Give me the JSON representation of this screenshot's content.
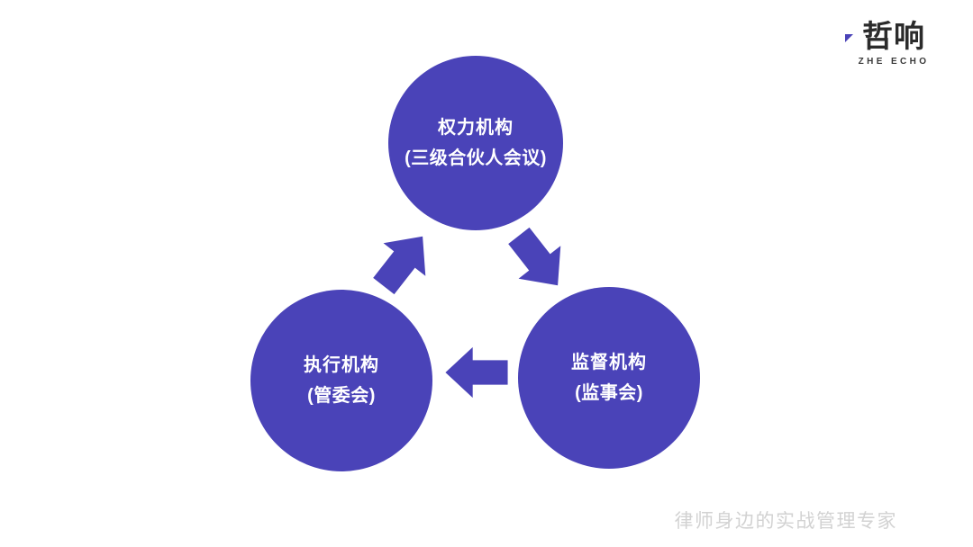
{
  "slide": {
    "background_color": "#ffffff",
    "accent_color": "#4a43b8"
  },
  "logo": {
    "mark": "哲响",
    "sub": "ZHE ECHO",
    "accent_color": "#4a43b8"
  },
  "diagram": {
    "type": "cycle",
    "nodes": [
      {
        "id": "power",
        "title": "权力机构",
        "subtitle": "(三级合伙人会议)",
        "position": "top",
        "fill": "#4a43b8"
      },
      {
        "id": "executive",
        "title": "执行机构",
        "subtitle": "(管委会)",
        "position": "bottom-left",
        "fill": "#4a43b8"
      },
      {
        "id": "supervisory",
        "title": "监督机构",
        "subtitle": "(监事会)",
        "position": "bottom-right",
        "fill": "#4a43b8"
      }
    ],
    "arrows": [
      {
        "id": "power-to-supervisory",
        "from": "power",
        "to": "supervisory",
        "direction": "down-right"
      },
      {
        "id": "supervisory-to-executive",
        "from": "supervisory",
        "to": "executive",
        "direction": "left"
      },
      {
        "id": "executive-to-power",
        "from": "executive",
        "to": "power",
        "direction": "up-right"
      }
    ]
  },
  "footer": {
    "tagline": "律师身边的实战管理专家",
    "color": "#d2d2d2"
  }
}
